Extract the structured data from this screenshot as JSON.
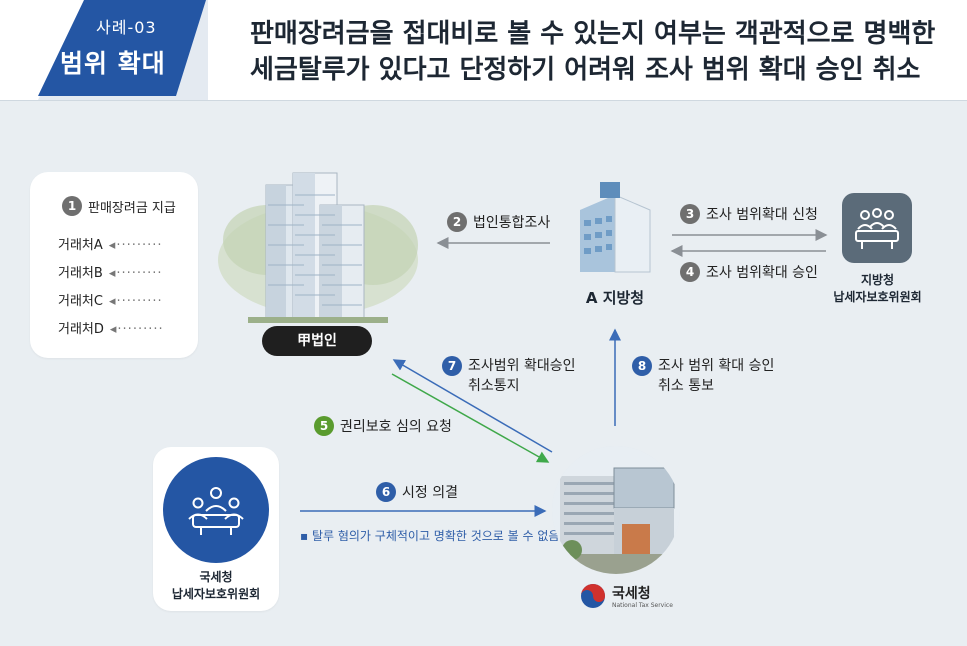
{
  "header": {
    "case_number": "사례-03",
    "case_title": "범위 확대",
    "headline_line1": "판매장려금을 접대비로 볼 수 있는지 여부는 객관적으로 명백한",
    "headline_line2": "세금탈루가 있다고 단정하기 어려워 조사 범위 확대 승인 취소"
  },
  "vendors_box": {
    "step": "1",
    "title": "판매장려금 지급",
    "vendors": [
      "거래처A",
      "거래처B",
      "거래처C",
      "거래처D"
    ],
    "dots": "·········"
  },
  "corporation": {
    "label": "甲법인"
  },
  "regional_office": {
    "label": "A 지방청"
  },
  "regional_committee": {
    "line1": "지방청",
    "line2": "납세자보호위원회"
  },
  "nts_committee": {
    "line1": "국세청",
    "line2": "납세자보호위원회"
  },
  "nts": {
    "logo_text": "국세청",
    "logo_subtext": "National Tax Service"
  },
  "steps": [
    {
      "num": "2",
      "text": "법인통합조사"
    },
    {
      "num": "3",
      "text": "조사 범위확대 신청"
    },
    {
      "num": "4",
      "text": "조사 범위확대 승인"
    },
    {
      "num": "5",
      "text": "권리보호 심의 요청"
    },
    {
      "num": "6",
      "text": "시정 의결"
    },
    {
      "num": "7",
      "line1": "조사범위 확대승인",
      "line2": "취소통지"
    },
    {
      "num": "8",
      "line1": "조사 범위 확대 승인",
      "line2": "취소 통보"
    }
  ],
  "note": "탈루 혐의가 구체적이고 명확한 것으로 볼 수 없음",
  "colors": {
    "brand_blue": "#2f5ea8",
    "badge_blue": "#2456a4",
    "arrow_gray": "#8a8f95",
    "arrow_green": "#3fa84a",
    "arrow_blue": "#3b6cb8"
  }
}
